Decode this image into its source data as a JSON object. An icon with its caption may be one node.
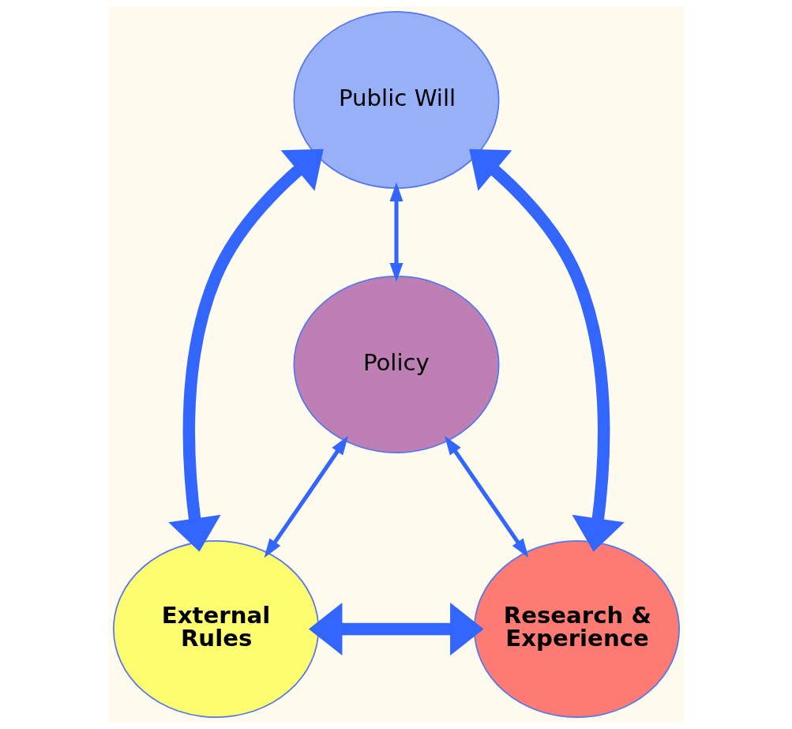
{
  "diagram": {
    "nodes": [
      {
        "text": [
          "Public Will"
        ]
      },
      {
        "text": [
          "Policy"
        ]
      },
      {
        "text": [
          "External Rules"
        ]
      },
      {
        "text": [
          "Research & Experience"
        ]
      }
    ],
    "edges": [
      {
        "from": 2,
        "to": 0,
        "arrow": "both",
        "style": "thick"
      },
      {
        "from": 0,
        "to": 3,
        "arrow": "both",
        "style": "thick"
      },
      {
        "from": 2,
        "to": 3,
        "arrow": "both",
        "style": "thick"
      },
      {
        "from": 0,
        "to": 1,
        "arrow": "both"
      },
      {
        "from": 2,
        "to": 1,
        "arrow": "both"
      },
      {
        "from": 1,
        "to": 3,
        "arrow": "both"
      }
    ]
  }
}
